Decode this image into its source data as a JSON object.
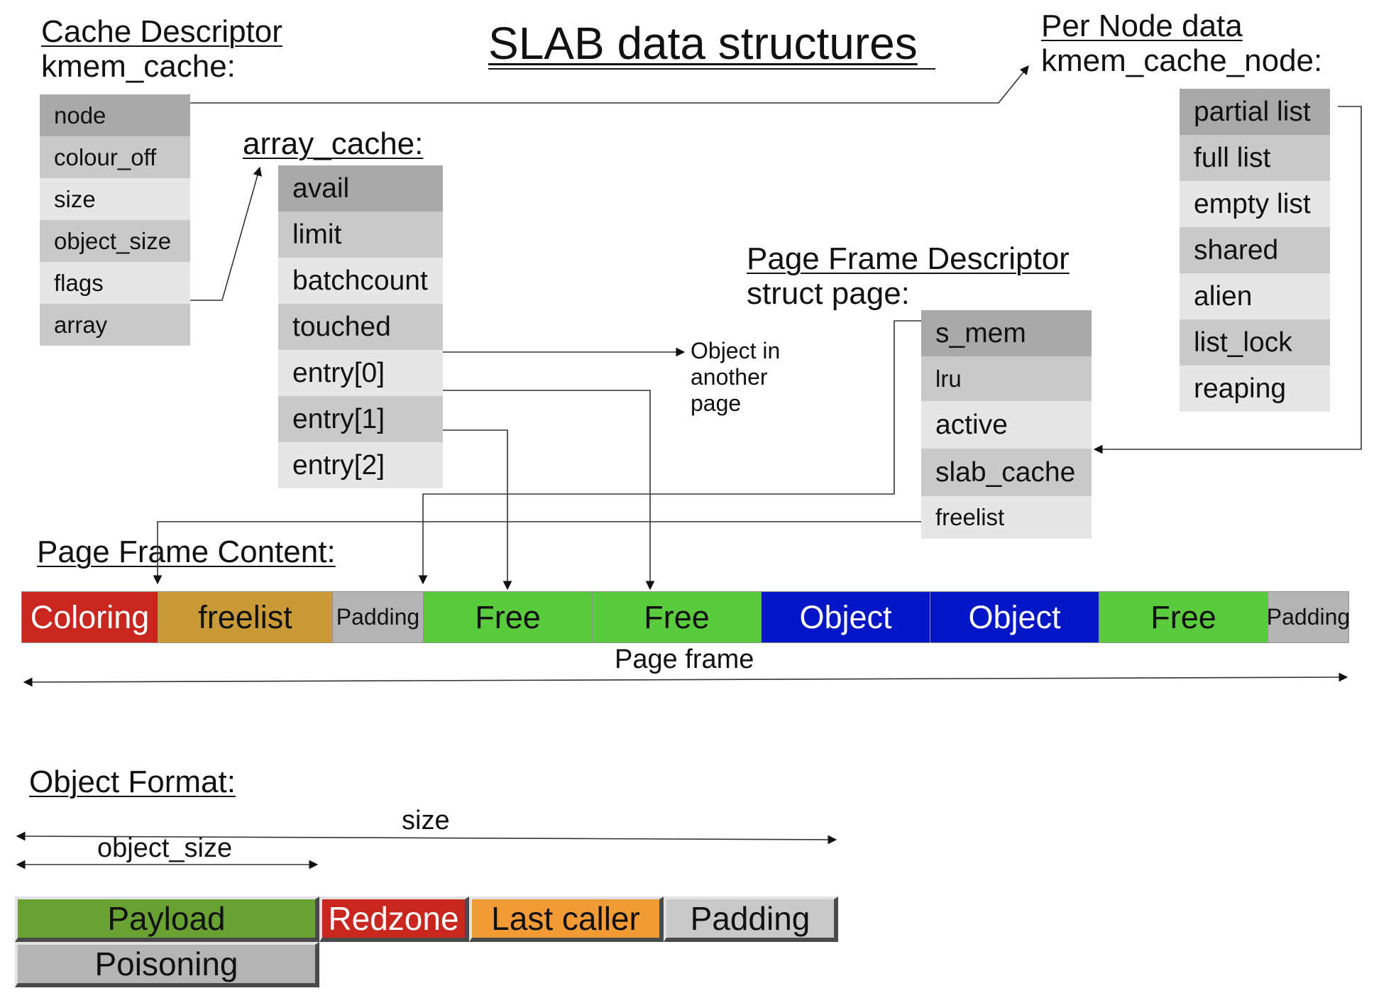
{
  "title": "SLAB data structures",
  "cache_descriptor": {
    "heading": "Cache Descriptor",
    "subheading": "kmem_cache:",
    "fields": [
      "node",
      "colour_off",
      "size",
      "object_size",
      "flags",
      "array"
    ]
  },
  "array_cache": {
    "heading": "array_cache:",
    "fields": [
      "avail",
      "limit",
      "batchcount",
      "touched",
      "entry[0]",
      "entry[1]",
      "entry[2]"
    ]
  },
  "per_node": {
    "heading": "Per Node data",
    "subheading": "kmem_cache_node:",
    "fields": [
      "partial list",
      "full list",
      "empty list",
      "shared",
      "alien",
      "list_lock",
      "reaping"
    ]
  },
  "page_frame_descriptor": {
    "heading": "Page Frame Descriptor",
    "subheading": "struct page:",
    "fields": [
      "s_mem",
      "lru",
      "active",
      "slab_cache",
      "freelist"
    ]
  },
  "object_in_another_page": [
    "Object in",
    "another",
    "page"
  ],
  "page_frame_content": {
    "heading": "Page Frame Content:",
    "segments": [
      {
        "label": "Coloring",
        "color": "#c8261e"
      },
      {
        "label": "freelist",
        "color": "#c99a35"
      },
      {
        "label": "Padding",
        "color": "#b4b4b4"
      },
      {
        "label": "Free",
        "color": "#5acb3c"
      },
      {
        "label": "Free",
        "color": "#5acb3c"
      },
      {
        "label": "Object",
        "color": "#0416c6"
      },
      {
        "label": "Object",
        "color": "#0416c6"
      },
      {
        "label": "Free",
        "color": "#5acb3c"
      },
      {
        "label": "Padding",
        "color": "#b4b4b4"
      }
    ],
    "span_label": "Page frame"
  },
  "object_format": {
    "heading": "Object Format:",
    "size_label": "size",
    "object_size_label": "object_size",
    "blocks": [
      {
        "label": "Payload",
        "color": "#69a232"
      },
      {
        "label": "Redzone",
        "color": "#c8261e"
      },
      {
        "label": "Last caller",
        "color": "#f29a36"
      },
      {
        "label": "Padding",
        "color": "#c9c9c9"
      },
      {
        "label": "Poisoning",
        "color": "#b4b4b4"
      }
    ]
  }
}
